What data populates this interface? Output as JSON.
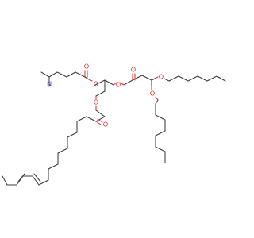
{
  "molecule": {
    "atoms": [
      {
        "id": "N1",
        "label": "N",
        "color": "#2a3cd0"
      },
      {
        "id": "O1",
        "label": "O",
        "color": "#e03030"
      },
      {
        "id": "O2",
        "label": "O",
        "color": "#e03030"
      },
      {
        "id": "O3",
        "label": "O",
        "color": "#e03030"
      },
      {
        "id": "O4",
        "label": "O",
        "color": "#e03030"
      },
      {
        "id": "O5",
        "label": "O",
        "color": "#e03030"
      },
      {
        "id": "O6",
        "label": "O",
        "color": "#e03030"
      },
      {
        "id": "O7",
        "label": "O",
        "color": "#e03030"
      },
      {
        "id": "O8",
        "label": "O",
        "color": "#e03030"
      }
    ]
  },
  "colors": {
    "bond": "#3a3a3a",
    "oxygen": "#e03030",
    "nitrogen": "#2a3cd0",
    "background": "#ffffff"
  }
}
